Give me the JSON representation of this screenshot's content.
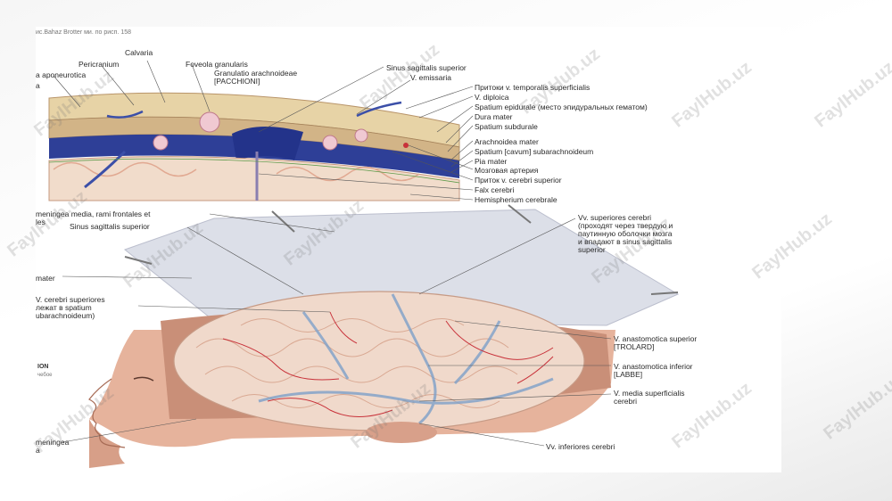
{
  "top_fragment": "ис.Bahaz Brotter ми. по pисп. 158",
  "labels_top": {
    "calvaria": "Calvaria",
    "pericranium": "Pericranium",
    "foveola": "Foveola granularis",
    "galea": "a aponeurotica",
    "a_frag": "a",
    "granulatio_1": "Granulatio arachnoideae",
    "granulatio_2": "[PACCHIONI]",
    "sinus_sag_sup": "Sinus sagittalis superior",
    "v_emissaria": "V. emissaria",
    "pritoki": "Притоки v. temporalis superficialis",
    "v_diploica": "V. diploica",
    "spatium_epidurale": "Spatium epidurale (место эпидуральных гематом)",
    "dura_mater": "Dura mater",
    "spatium_subdurale": "Spatium subdurale",
    "arachnoidea": "Arachnoidea mater",
    "spatium_sub": "Spatium [cavum] subarachnoideum",
    "pia_mater": "Pia mater",
    "mozg_arteriya": "Мозговая артерия",
    "pritok_v_cerebri": "Приток v. cerebri superior",
    "falx": "Falx cerebri",
    "hemispherium": "Hemispherium cerebrale"
  },
  "labels_bottom": {
    "meningea_1": "meningea media, rami frontales et",
    "meningea_2": "les",
    "sinus_sag_sup": "Sinus sagittalis superior",
    "mater": "mater",
    "v_cerebri_sup_1": "V. cerebri superiores",
    "v_cerebri_sup_2": "лежат в spatium",
    "v_cerebri_sup_3": "ubarachnoideum)",
    "vv_sup_1": "Vv. superiores cerebri",
    "vv_sup_2": "(проходят через твердую и",
    "vv_sup_3": "паутинную оболочки мозга",
    "vv_sup_4": "и впадают в sinus sagittalis",
    "vv_sup_5": "superior",
    "anast_sup_1": "V. anastomotica superior",
    "anast_sup_2": "[TROLARD]",
    "anast_inf_1": "V. anastomotica inferior",
    "anast_inf_2": "[LABBE]",
    "media_sup_1": "V. media superficialis",
    "media_sup_2": "cerebri",
    "inferiores": "Vv. inferiores cerebri",
    "meningea_bot_1": "meningea",
    "meningea_bot_2": "a"
  },
  "publisher_logo": "ION",
  "publisher_sub": "чебое",
  "watermark_text": "FaylHub.uz",
  "colors": {
    "dura": "#c8cbd6",
    "brain": "#ead0c2",
    "vein": "#3b4fa8",
    "artery": "#c8323a",
    "skin": "#e8b7a2"
  }
}
